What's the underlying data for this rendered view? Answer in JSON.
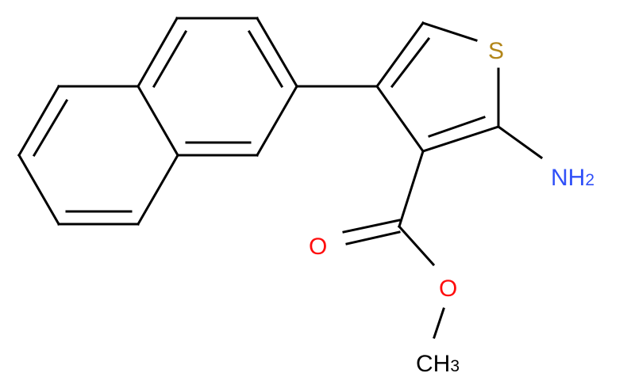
{
  "molecule": {
    "atoms": {
      "sulfur": "S",
      "amine": "NH",
      "amine_subscript": "2",
      "carbonyl_oxygen": "O",
      "ester_oxygen": "O",
      "methyl": "CH",
      "methyl_subscript": "3"
    },
    "colors": {
      "bond": "#000000",
      "sulfur": "#B2861A",
      "nitrogen": "#3050F8",
      "oxygen": "#FF0D0D",
      "carbon": "#000000"
    }
  }
}
